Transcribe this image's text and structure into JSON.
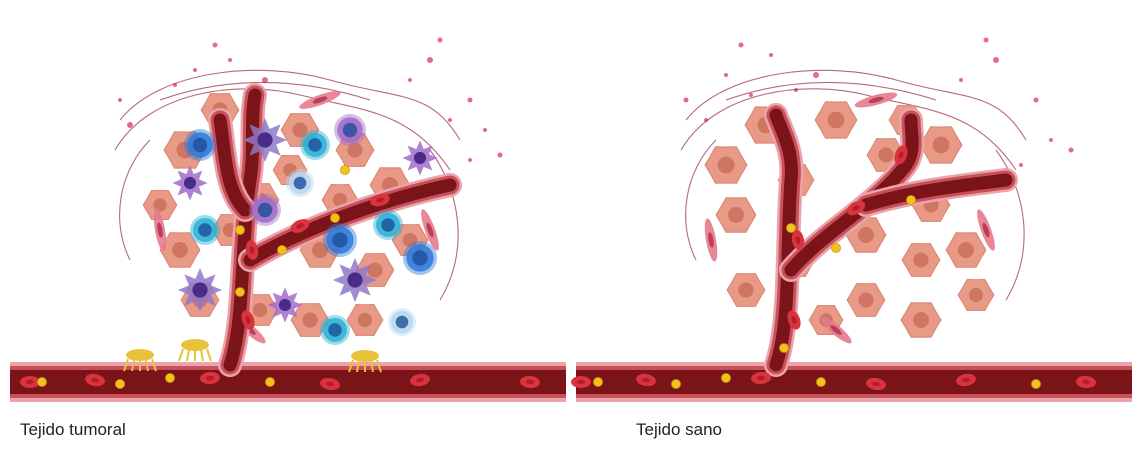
{
  "panels": [
    {
      "caption": "Tejido tumoral"
    },
    {
      "caption": "Tejido sano"
    }
  ],
  "colors": {
    "vessel_dark": "#7a1418",
    "vessel_wall": "#c9505a",
    "vessel_light": "#e9a5ab",
    "rbc": "#d9333f",
    "platelet": "#f2c21b",
    "tumor_cell": "#e99a86",
    "tumor_nucleus": "#c9705c",
    "fibroblast": "#e57a8d",
    "fiber": "#9a2845",
    "dot": "#e05070",
    "macrophage": "#8f78c8",
    "tcell_blue": "#2f7ad9",
    "tcell_cyan": "#2bb0d6",
    "tcell_pale": "#b9d6f0",
    "mdsc_purple": "#a06cc9",
    "pericyte_yellow": "#e8c238"
  },
  "icons": [
    "blood-vessel",
    "red-blood-cell",
    "platelet",
    "tumor-cell",
    "fibroblast",
    "immune-cell",
    "macrophage",
    "pericyte"
  ]
}
